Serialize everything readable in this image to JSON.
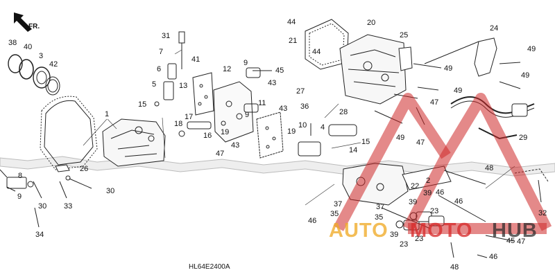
{
  "diagram": {
    "direction_label": "FR.",
    "code": "HL64E2400A",
    "callouts": [
      {
        "n": "38"
      },
      {
        "n": "40"
      },
      {
        "n": "3"
      },
      {
        "n": "42"
      },
      {
        "n": "1"
      },
      {
        "n": "31"
      },
      {
        "n": "7"
      },
      {
        "n": "41"
      },
      {
        "n": "6"
      },
      {
        "n": "5"
      },
      {
        "n": "15"
      },
      {
        "n": "13"
      },
      {
        "n": "12"
      },
      {
        "n": "9"
      },
      {
        "n": "45"
      },
      {
        "n": "43"
      },
      {
        "n": "17"
      },
      {
        "n": "18"
      },
      {
        "n": "16"
      },
      {
        "n": "11"
      },
      {
        "n": "19"
      },
      {
        "n": "43"
      },
      {
        "n": "43"
      },
      {
        "n": "9"
      },
      {
        "n": "47"
      },
      {
        "n": "10"
      },
      {
        "n": "4"
      },
      {
        "n": "19"
      },
      {
        "n": "44"
      },
      {
        "n": "21"
      },
      {
        "n": "44"
      },
      {
        "n": "20"
      },
      {
        "n": "25"
      },
      {
        "n": "24"
      },
      {
        "n": "49"
      },
      {
        "n": "49"
      },
      {
        "n": "49"
      },
      {
        "n": "49"
      },
      {
        "n": "27"
      },
      {
        "n": "36"
      },
      {
        "n": "47"
      },
      {
        "n": "28"
      },
      {
        "n": "15"
      },
      {
        "n": "14"
      },
      {
        "n": "49"
      },
      {
        "n": "47"
      },
      {
        "n": "29"
      },
      {
        "n": "26"
      },
      {
        "n": "30"
      },
      {
        "n": "9"
      },
      {
        "n": "30"
      },
      {
        "n": "33"
      },
      {
        "n": "34"
      },
      {
        "n": "22"
      },
      {
        "n": "2"
      },
      {
        "n": "48"
      },
      {
        "n": "39"
      },
      {
        "n": "46"
      },
      {
        "n": "46"
      },
      {
        "n": "37"
      },
      {
        "n": "35"
      },
      {
        "n": "37"
      },
      {
        "n": "35"
      },
      {
        "n": "39"
      },
      {
        "n": "23"
      },
      {
        "n": "23"
      },
      {
        "n": "39"
      },
      {
        "n": "23"
      },
      {
        "n": "47"
      },
      {
        "n": "48"
      },
      {
        "n": "46"
      },
      {
        "n": "46"
      },
      {
        "n": "32"
      },
      {
        "n": "8"
      },
      {
        "n": "45"
      }
    ]
  },
  "watermark": {
    "words": [
      "AUTO",
      "MOTO",
      "HUB"
    ],
    "colors": {
      "orange": "#f0aa28",
      "red": "#d72d2d",
      "dark": "#282828"
    }
  }
}
